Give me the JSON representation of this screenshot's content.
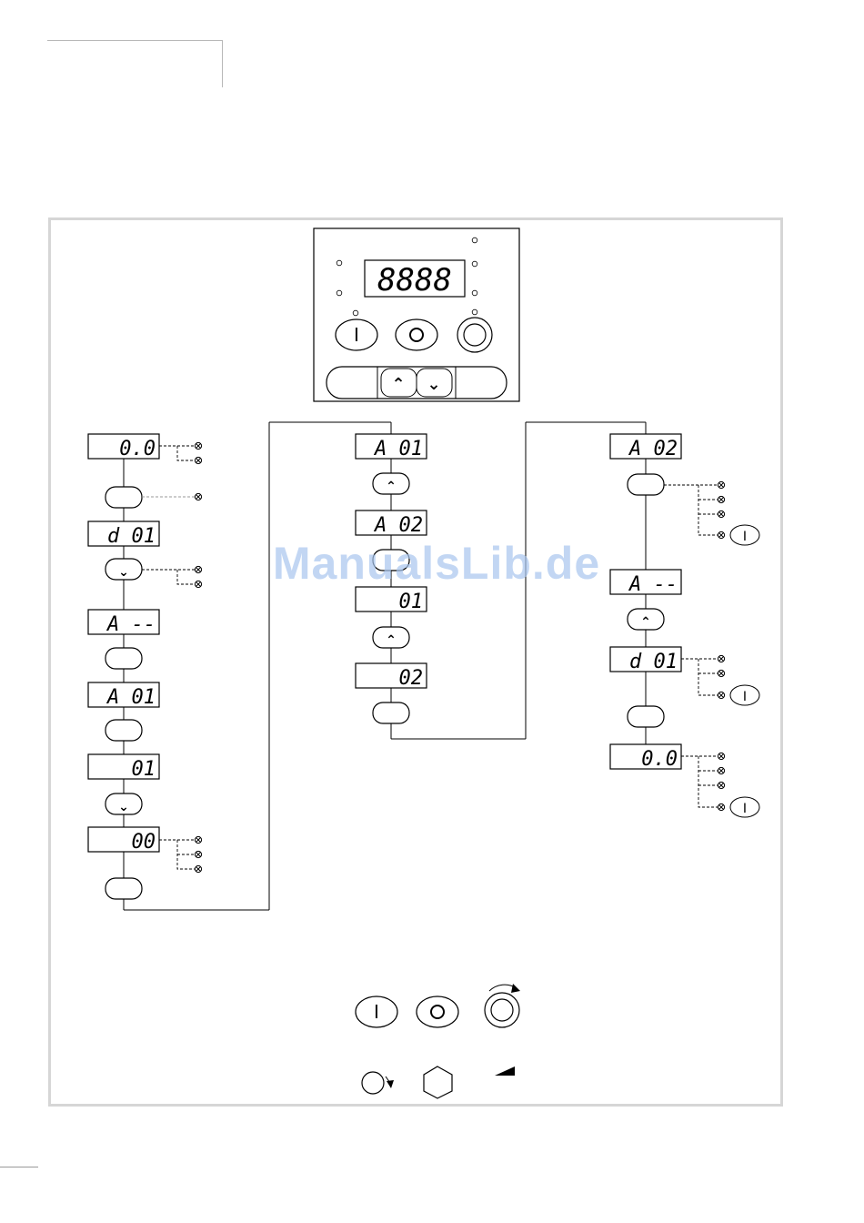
{
  "panel": {
    "display": "8888",
    "start_symbol": "I",
    "stop_symbol": "O",
    "up_symbol": "⌃",
    "down_symbol": "⌄"
  },
  "steps": {
    "col1": {
      "d1": "0.0",
      "d2": "d 01",
      "d3": "A --",
      "d4": "A 01",
      "d5": "01",
      "d6": "00",
      "k2": "⌄",
      "k5": "⌄"
    },
    "col2": {
      "d1": "A 01",
      "d2": "A 02",
      "d3": "01",
      "d4": "02",
      "k1": "⌃",
      "k3": "⌃"
    },
    "col3": {
      "d1": "A 02",
      "d2": "A --",
      "d3": "d 01",
      "d4": "0.0",
      "k2": "⌃"
    },
    "i_symbol": "I"
  },
  "legend": {
    "start_symbol": "I",
    "stop_symbol": "O"
  },
  "watermark": "ManualsLib.de"
}
